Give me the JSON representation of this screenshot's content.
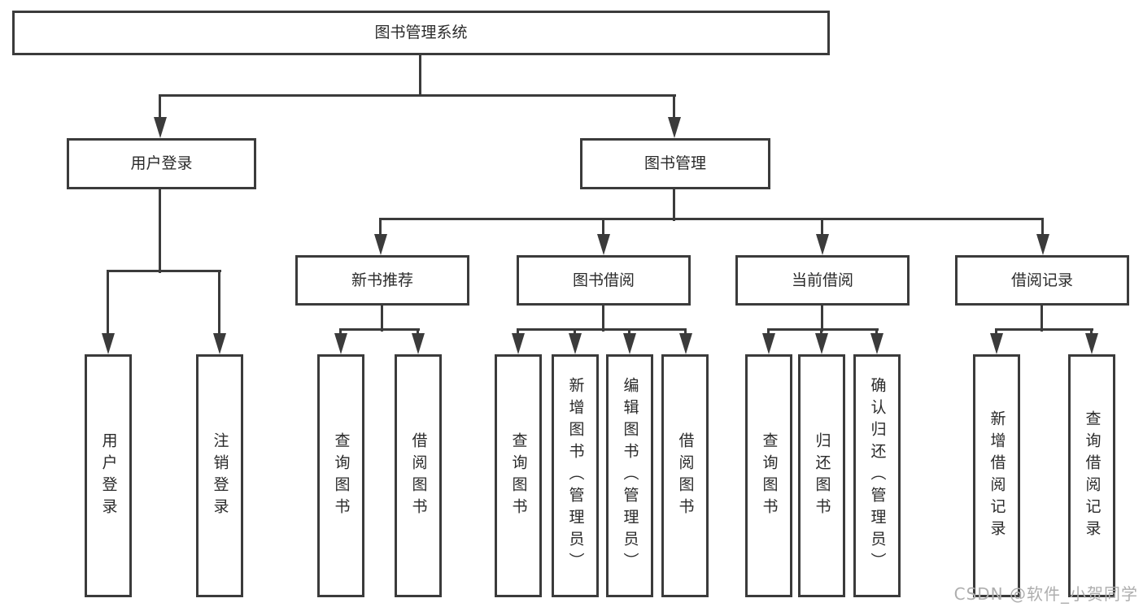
{
  "title": "图书管理系统",
  "nodes": {
    "user_login_group": "用户登录",
    "book_mgmt": "图书管理",
    "new_books": "新书推荐",
    "book_borrow": "图书借阅",
    "current_borrow": "当前借阅",
    "borrow_records": "借阅记录",
    "leaf_user_login": "用户登录",
    "leaf_logout": "注销登录",
    "leaf_nb_query": "查询图书",
    "leaf_nb_borrow": "借阅图书",
    "leaf_bb_query": "查询图书",
    "leaf_bb_add": "新增图书（管理员）",
    "leaf_bb_edit": "编辑图书（管理员）",
    "leaf_bb_borrow": "借阅图书",
    "leaf_cb_query": "查询图书",
    "leaf_cb_return": "归还图书",
    "leaf_cb_confirm": "确认归还（管理员）",
    "leaf_br_add": "新增借阅记录",
    "leaf_br_query": "查询借阅记录"
  },
  "watermark": "CSDN @软件_小贺同学",
  "colors": {
    "line": "#3b3b3b",
    "text": "#2a2a2a",
    "watermark": "#aeaeae",
    "background": "#ffffff"
  }
}
